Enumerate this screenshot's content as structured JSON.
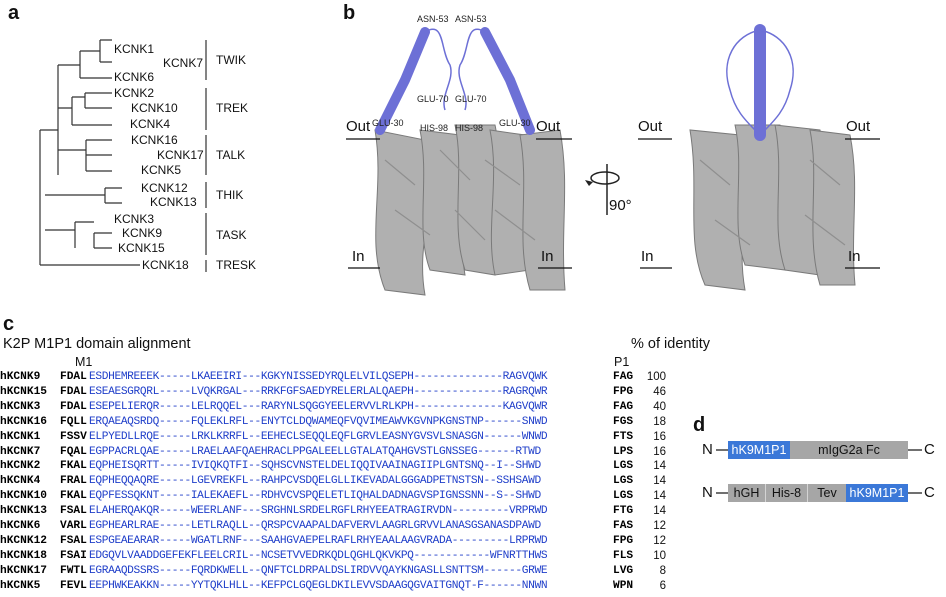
{
  "panels": {
    "a": "a",
    "b": "b",
    "c": "c",
    "d": "d"
  },
  "tree": {
    "leaves": [
      "KCNK1",
      "KCNK7",
      "KCNK6",
      "KCNK2",
      "KCNK10",
      "KCNK4",
      "KCNK16",
      "KCNK17",
      "KCNK5",
      "KCNK12",
      "KCNK13",
      "KCNK3",
      "KCNK9",
      "KCNK15",
      "KCNK18"
    ],
    "families": [
      "TWIK",
      "TREK",
      "TALK",
      "THIK",
      "TASK",
      "TRESK"
    ]
  },
  "structure": {
    "out_label": "Out",
    "in_label": "In",
    "rotation": "90°",
    "residues": [
      "ASN-53",
      "ASN-53",
      "GLU-70",
      "GLU-70",
      "GLU-30",
      "GLU-30",
      "HIS-98",
      "HIS-98"
    ]
  },
  "alignment": {
    "title": "K2P M1P1 domain alignment",
    "identity_header": "% of identity",
    "m1_label": "M1",
    "p1_label": "P1",
    "rows": [
      {
        "name": "hKCNK9",
        "start": "FDAL",
        "mid": "ESDHEMREEEK-----LKAEEIRI---KGKYNISSEDYRQLELVILQSEPH--------------RAGVQWK",
        "end": "FAG",
        "ident": "100"
      },
      {
        "name": "hKCNK15",
        "start": "FDAL",
        "mid": "ESEAESGRQRL-----LVQKRGAL---RRKFGFSAEDYRELERLALQAEPH--------------RAGRQWR",
        "end": "FPG",
        "ident": "46"
      },
      {
        "name": "hKCNK3",
        "start": "FDAL",
        "mid": "ESEPELIERQR-----LELRQQEL---RARYNLSQGGYEELERVVLRLKPH--------------KAGVQWR",
        "end": "FAG",
        "ident": "40"
      },
      {
        "name": "hKCNK16",
        "start": "FQLL",
        "mid": "ERQAEAQSRDQ-----FQLEKLRFL--ENYTCLDQWAMEQFVQVIMEAWVKGVNPKGNSTNP------SNWD",
        "end": "FGS",
        "ident": "18"
      },
      {
        "name": "hKCNK1",
        "start": "FSSV",
        "mid": "ELPYEDLLRQE-----LRKLKRRFL--EEHECLSEQQLEQFLGRVLEASNYGVSVLSNASGN------WNWD",
        "end": "FTS",
        "ident": "16"
      },
      {
        "name": "hKCNK7",
        "start": "FQAL",
        "mid": "EGPPACRLQAE-----LRAELAAFQAEHRACLPPGALEELLGTALATQAHGVSTLGNSSEG------RTWD",
        "end": "LPS",
        "ident": "16"
      },
      {
        "name": "hKCNK2",
        "start": "FKAL",
        "mid": "EQPHEISQRTT-----IVIQKQTFI--SQHSCVNSTELDELIQQIVAAINAGIIPLGNTSNQ--I--SHWD",
        "end": "LGS",
        "ident": "14"
      },
      {
        "name": "hKCNK4",
        "start": "FRAL",
        "mid": "EQPHEQQAQRE-----LGEVREKFL--RAHPCVSDQELGLLIKEVADALGGGADPETNSTSN--SSHSAWD",
        "end": "LGS",
        "ident": "14"
      },
      {
        "name": "hKCNK10",
        "start": "FKAL",
        "mid": "EQPFESSQKNT-----IALEKAEFL--RDHVCVSPQELETLIQHALDADNAGVSPIGNSSNN--S--SHWD",
        "end": "LGS",
        "ident": "14"
      },
      {
        "name": "hKCNK13",
        "start": "FSAL",
        "mid": "ELAHERQAKQR-----WEERLANF---SRGHNLSRDELRGFLRHYEEATRAGIRVDN---------VRPRWD",
        "end": "FTG",
        "ident": "14"
      },
      {
        "name": "hKCNK6",
        "start": "VARL",
        "mid": "EGPHEARLRAE-----LETLRAQLL--QRSPCVAAPALDAFVERVLAAGRLGRVVLANASGSANASDPAWD",
        "end": "FAS",
        "ident": "12"
      },
      {
        "name": "hKCNK12",
        "start": "FSAL",
        "mid": "ESPGEAEARAR-----WGATLRNF---SAAHGVAEPELRAFLRHYEAALAAGVRADA---------LRPRWD",
        "end": "FPG",
        "ident": "12"
      },
      {
        "name": "hKCNK18",
        "start": "FSAI",
        "mid": "EDGQVLVAADDGEFEKFLEELCRIL--NCSETVVEDRKQDLQGHLQKVKPQ------------WFNRTTHWS",
        "end": "FLS",
        "ident": "10"
      },
      {
        "name": "hKCNK17",
        "start": "FWTL",
        "mid": "EGRAAQDSSRS-----FQRDKWELL--QNFTCLDRPALDSLIRDVVQAYKNGASLLSNTTSM------GRWE",
        "end": "LVG",
        "ident": "8"
      },
      {
        "name": "hKCNK5",
        "start": "FEVL",
        "mid": "EEPHWKEAKKN-----YYTQKLHLL--KEFPCLGQEGLDKILEVVSDAAGQGVAITGNQT-F------NNWN",
        "end": "WPN",
        "ident": "6"
      }
    ]
  },
  "constructs": {
    "n": "N",
    "c": "C",
    "construct1": [
      "hK9M1P1",
      "mIgG2a Fc"
    ],
    "construct2": [
      "hGH",
      "His-8",
      "Tev",
      "hK9M1P1"
    ]
  },
  "colors": {
    "blue_helix": "#6d70d6",
    "gray_protein": "#a9a9a9",
    "seq_blue": "#1f3ec9",
    "box_blue": "#3b78d8",
    "box_gray": "#a6a6a6"
  }
}
